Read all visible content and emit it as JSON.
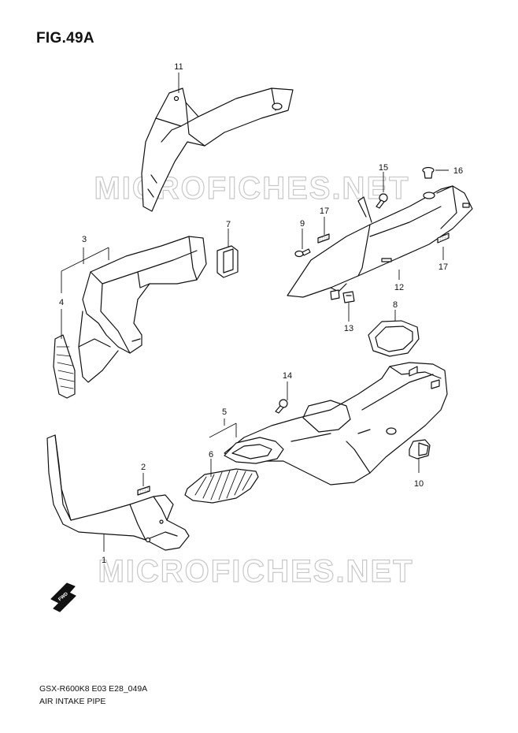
{
  "figure": {
    "title": "FIG.49A",
    "model_code": "GSX-R600K8 E03 E28_049A",
    "section_name": "AIR INTAKE PIPE"
  },
  "watermark": {
    "text": "MICROFICHES.NET",
    "color": "#c8c8c8"
  },
  "forward_arrow": {
    "text": "FWD"
  },
  "callouts": [
    {
      "id": "1",
      "label": "1"
    },
    {
      "id": "2",
      "label": "2"
    },
    {
      "id": "3",
      "label": "3"
    },
    {
      "id": "4",
      "label": "4"
    },
    {
      "id": "5",
      "label": "5"
    },
    {
      "id": "6",
      "label": "6"
    },
    {
      "id": "7",
      "label": "7"
    },
    {
      "id": "8",
      "label": "8"
    },
    {
      "id": "9",
      "label": "9"
    },
    {
      "id": "10",
      "label": "10"
    },
    {
      "id": "11",
      "label": "11"
    },
    {
      "id": "12",
      "label": "12"
    },
    {
      "id": "13",
      "label": "13"
    },
    {
      "id": "14",
      "label": "14"
    },
    {
      "id": "15",
      "label": "15"
    },
    {
      "id": "16",
      "label": "16"
    },
    {
      "id": "17a",
      "label": "17"
    },
    {
      "id": "17b",
      "label": "17"
    }
  ]
}
